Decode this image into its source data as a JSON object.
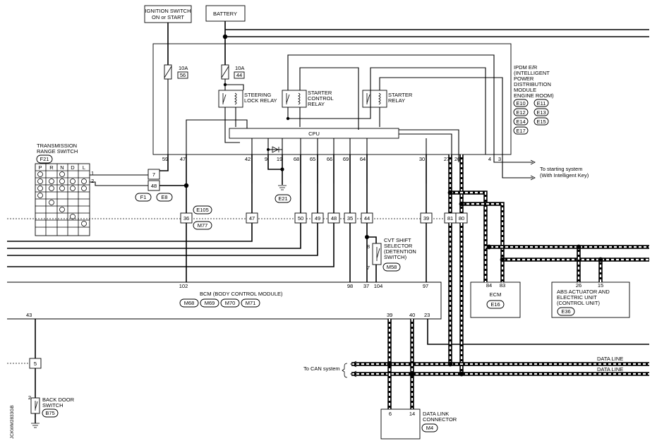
{
  "top": {
    "ignition_1": "IGNITION SWITCH",
    "ignition_2": "ON or START",
    "battery": "BATTERY"
  },
  "fuses": [
    {
      "amp": "10A",
      "num": "56"
    },
    {
      "amp": "10A",
      "num": "44"
    }
  ],
  "relays": {
    "steering_1": "STEERING",
    "steering_2": "LOCK RELAY",
    "starter_ctrl_1": "STARTER",
    "starter_ctrl_2": "CONTROL",
    "starter_ctrl_3": "RELAY",
    "starter_1": "STARTER",
    "starter_2": "RELAY"
  },
  "cpu_label": "CPU",
  "ipdm": {
    "lines": [
      "IPDM E/R",
      "(INTELLIGENT",
      "POWER",
      "DISTRIBUTION",
      "MODULE",
      "ENGINE ROOM)"
    ],
    "connectors": [
      "E10",
      "E11",
      "E12",
      "E13",
      "E14",
      "E15",
      "E17"
    ]
  },
  "ipdm_pins": [
    "59",
    "47",
    "42",
    "9",
    "19",
    "68",
    "65",
    "66",
    "69",
    "64",
    "30",
    "27",
    "26",
    "4",
    "3"
  ],
  "starting_system": {
    "line1": "To starting system",
    "line2": "(With Intelligent Key)"
  },
  "trs": {
    "title1": "TRANSMISSION",
    "title2": "RANGE SWITCH",
    "conn": "F21",
    "cols": [
      "P",
      "R",
      "N",
      "D",
      "L"
    ],
    "pin_top": "1",
    "pin_bottom": "2"
  },
  "joint": {
    "top": "7",
    "bottom": "48",
    "conn1": "F1",
    "conn2": "E8"
  },
  "ground_conn": "E21",
  "inline_conn": {
    "a": "E105",
    "b": "M77"
  },
  "inline_pins": [
    "36",
    "47",
    "50",
    "49",
    "48",
    "35",
    "44",
    "39",
    "81",
    "80"
  ],
  "cvt": {
    "lines": [
      "CVT SHIFT",
      "SELECTOR",
      "(DETENTION",
      "SWITCH)"
    ],
    "conn": "M58",
    "pin_top": "8",
    "pin_bottom": "7"
  },
  "bcm": {
    "title": "BCM (BODY CONTROL MODULE)",
    "connectors": [
      "M68",
      "M69",
      "M70",
      "M71"
    ],
    "pins": [
      "102",
      "98",
      "37",
      "104",
      "97",
      "43",
      "39",
      "40",
      "23"
    ]
  },
  "ecm": {
    "label": "ECM",
    "conn": "E16",
    "pins": [
      "84",
      "83"
    ]
  },
  "abs": {
    "lines": [
      "ABS ACTUATOR AND",
      "ELECTRIC UNIT",
      "(CONTROL UNIT)"
    ],
    "conn": "E36",
    "pins": [
      "26",
      "15"
    ]
  },
  "data_line_1": "DATA LINE",
  "data_line_2": "DATA LINE",
  "can_label": "To CAN system",
  "dlc": {
    "lines": [
      "DATA LINK",
      "CONNECTOR"
    ],
    "conn": "M4",
    "pins": [
      "6",
      "14"
    ]
  },
  "back_door": {
    "lines": [
      "BACK DOOR",
      "SWITCH"
    ],
    "conn": "B75",
    "pin_top": "5",
    "pin_sw": "2"
  },
  "code": "JCKWM2833GB"
}
